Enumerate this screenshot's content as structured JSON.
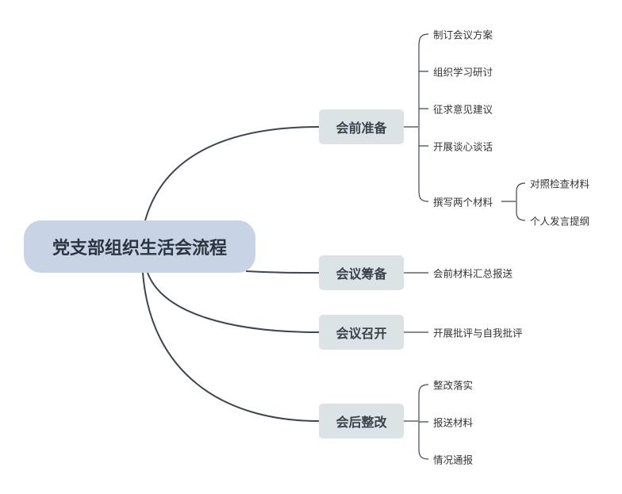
{
  "root": {
    "label": "党支部组织生活会流程"
  },
  "branches": [
    {
      "label": "会前准备",
      "children": [
        "制订会议方案",
        "组织学习研讨",
        "征求意见建议",
        "开展谈心谈话",
        "撰写两个材料"
      ],
      "sub_children": [
        "对照检查材料",
        "个人发言提纲"
      ]
    },
    {
      "label": "会议筹备",
      "children": [
        "会前材料汇总报送"
      ]
    },
    {
      "label": "会议召开",
      "children": [
        "开展批评与自我批评"
      ]
    },
    {
      "label": "会后整改",
      "children": [
        "整改落实",
        "报送材料",
        "情况通报"
      ]
    }
  ],
  "colors": {
    "root": "#c8d3e5",
    "branch": "#dce3e6",
    "line": "#3e4650"
  }
}
